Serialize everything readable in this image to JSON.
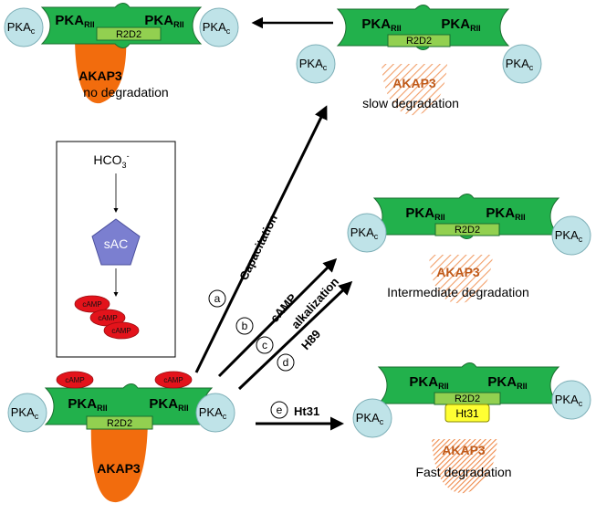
{
  "labels": {
    "pkac": "PKA",
    "pkac_sub": "c",
    "pkar": "PKA",
    "pkar_sub": "RII",
    "r2d2": "R2D2",
    "akap": "AKAP3",
    "camp": "cAMP",
    "ht31": "Ht31",
    "sac": "sAC",
    "hco3": "HCO",
    "hco3_sub": "3",
    "hco3_sup": "-"
  },
  "states": {
    "none": "no degradation",
    "slow": "slow degradation",
    "intermediate": "Intermediate degradation",
    "fast": "Fast degradation"
  },
  "arrows": {
    "a": {
      "letter": "a",
      "label": "Capacitation"
    },
    "b": {
      "letter": "b",
      "label": "cAMP"
    },
    "c": {
      "letter": "c",
      "label": "alkalization"
    },
    "d": {
      "letter": "d",
      "label": "H89"
    },
    "e": {
      "letter": "e",
      "label": "Ht31"
    }
  },
  "colors": {
    "pkar_fill": "#22b14c",
    "pkar_stroke": "#1a6e2f",
    "r2d2_fill": "#92d050",
    "pkac_fill": "#bfe3e8",
    "pkac_stroke": "#7fb0b8",
    "akap_solid": "#f26c0d",
    "akap_title_dark": "#000000",
    "akap_title_faded": "#bf5a1a",
    "camp_fill": "#e3131b",
    "sac_fill": "#7b7fd0",
    "ht31_fill": "#ffff33"
  }
}
